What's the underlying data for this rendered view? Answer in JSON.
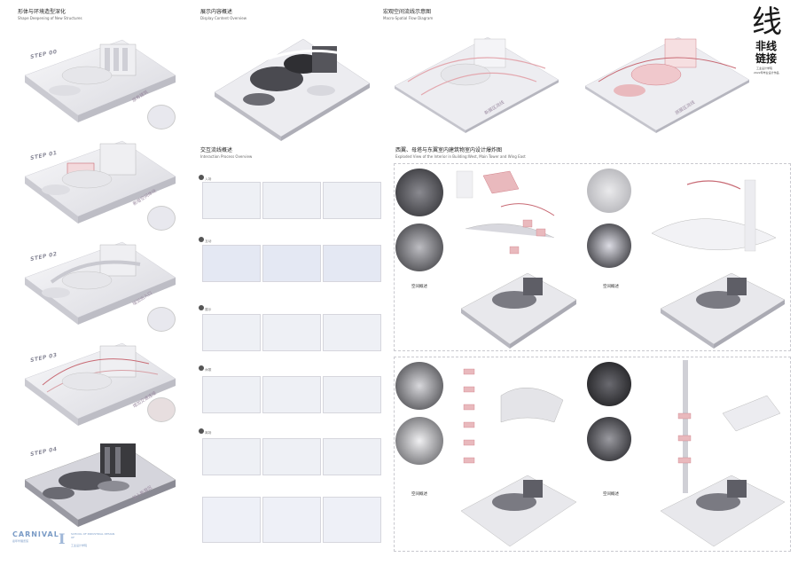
{
  "sections": {
    "shape": {
      "title": "形体与环境造型深化",
      "subtitle": "Shape Deepening of New Structures"
    },
    "display": {
      "title": "展示内容概述",
      "subtitle": "Display Content Overview"
    },
    "macro": {
      "title": "宏观空间流线示意图",
      "subtitle": "Macro-Spatial Flow Diagram"
    },
    "interaction": {
      "title": "交互流线概述",
      "subtitle": "Interaction Process Overview"
    },
    "exploded": {
      "title": "西翼、母塔与东翼室内建筑物室内设计爆炸图",
      "subtitle": "Exploded View of the Interior in Building:West, Main Tower and Wing East"
    }
  },
  "steps": [
    "STEP 00",
    "STEP 01",
    "STEP 02",
    "STEP 03",
    "STEP 04"
  ],
  "step_notes": [
    "原有建筑",
    "新增空间体块",
    "增加出入口",
    "增加交通连接",
    "加入新展区"
  ],
  "macro_labels": {
    "left": "新展区流线",
    "right": "原展区流线"
  },
  "space_labels": [
    "空间概述",
    "空间概述",
    "空间概述",
    "空间概述"
  ],
  "logo": {
    "glyph": "线",
    "line1": "非线",
    "line2": "链接",
    "line3": "工业设计学院",
    "line4": "2022年毕业设计作品"
  },
  "school": {
    "carnival": "CARNIVAL",
    "carnival_sub": "嘉年华展览馆",
    "letter": "I",
    "school_en": "SCHOOL OF INDUSTRIAL DESIGN OF",
    "school_cn": "工业设计学院"
  },
  "interaction_rows": [
    "入场",
    "互动",
    "展示",
    "休憩",
    "离场"
  ],
  "colors": {
    "pink": "#e9b9bd",
    "accent": "#c86a74",
    "dark": "#3a3a3e",
    "grey": "#dcdce0",
    "light": "#f2f2f5"
  }
}
